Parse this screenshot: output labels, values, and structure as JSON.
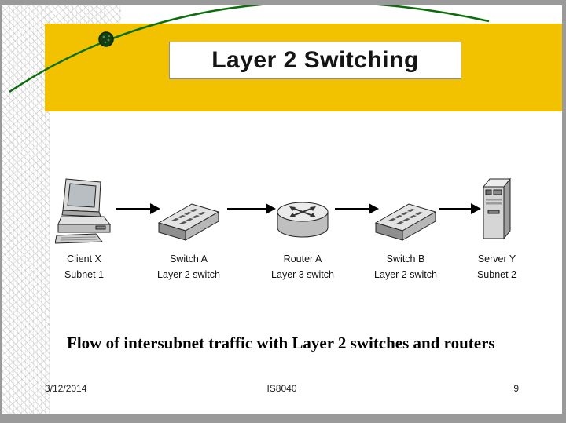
{
  "slide": {
    "title": "Layer 2 Switching",
    "caption": "Flow of intersubnet traffic with Layer 2 switches and routers",
    "footer": {
      "date": "3/12/2014",
      "course": "IS8040",
      "page": "9"
    }
  },
  "colors": {
    "banner": "#F2C100",
    "curve": "#0A6E0A",
    "arrow": "#000000",
    "frame": "#9A9A9A"
  },
  "diagram": {
    "nodes": [
      {
        "label": "Client X",
        "sublabel": "Subnet 1",
        "icon": "desktop-computer-icon"
      },
      {
        "label": "Switch A",
        "sublabel": "Layer 2 switch",
        "icon": "network-switch-icon"
      },
      {
        "label": "Router A",
        "sublabel": "Layer 3 switch",
        "icon": "router-icon"
      },
      {
        "label": "Switch B",
        "sublabel": "Layer 2 switch",
        "icon": "network-switch-icon"
      },
      {
        "label": "Server Y",
        "sublabel": "Subnet 2",
        "icon": "server-tower-icon"
      }
    ]
  }
}
